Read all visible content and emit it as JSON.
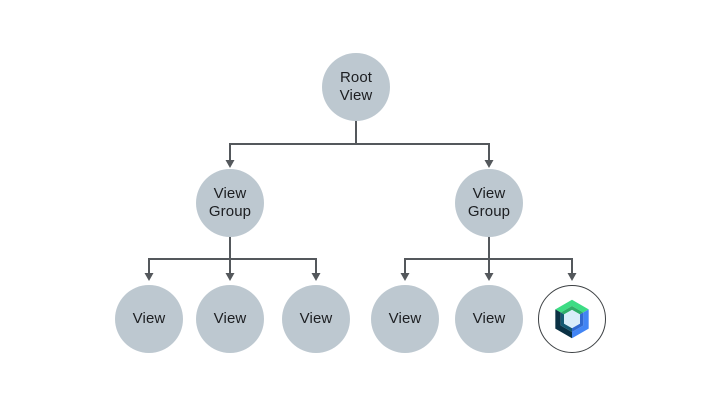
{
  "diagram": {
    "description": "View hierarchy tree with Jetpack Compose node",
    "colors": {
      "background": "#ffffff",
      "node_fill": "#bdc8d0",
      "node_text": "#1c1e21",
      "line": "#54585c",
      "compose_node_bg": "#ffffff",
      "compose_node_border": "#3c4043"
    },
    "logo_colors": {
      "roof": "#3ddc84",
      "roof_bevel": "#2fae68",
      "right": "#4285f4",
      "right_bevel": "#3069cf",
      "left": "#0a3144",
      "left_bevel": "#155972",
      "center": "#d9edf9"
    },
    "nodes": {
      "root": {
        "label": "Root\nView"
      },
      "left_group": {
        "label": "View\nGroup"
      },
      "right_group": {
        "label": "View\nGroup"
      },
      "left_children": [
        {
          "label": "View"
        },
        {
          "label": "View"
        },
        {
          "label": "View"
        }
      ],
      "right_children": [
        {
          "label": "View"
        },
        {
          "label": "View"
        }
      ],
      "compose": {
        "icon": "jetpack-compose-logo"
      }
    }
  }
}
